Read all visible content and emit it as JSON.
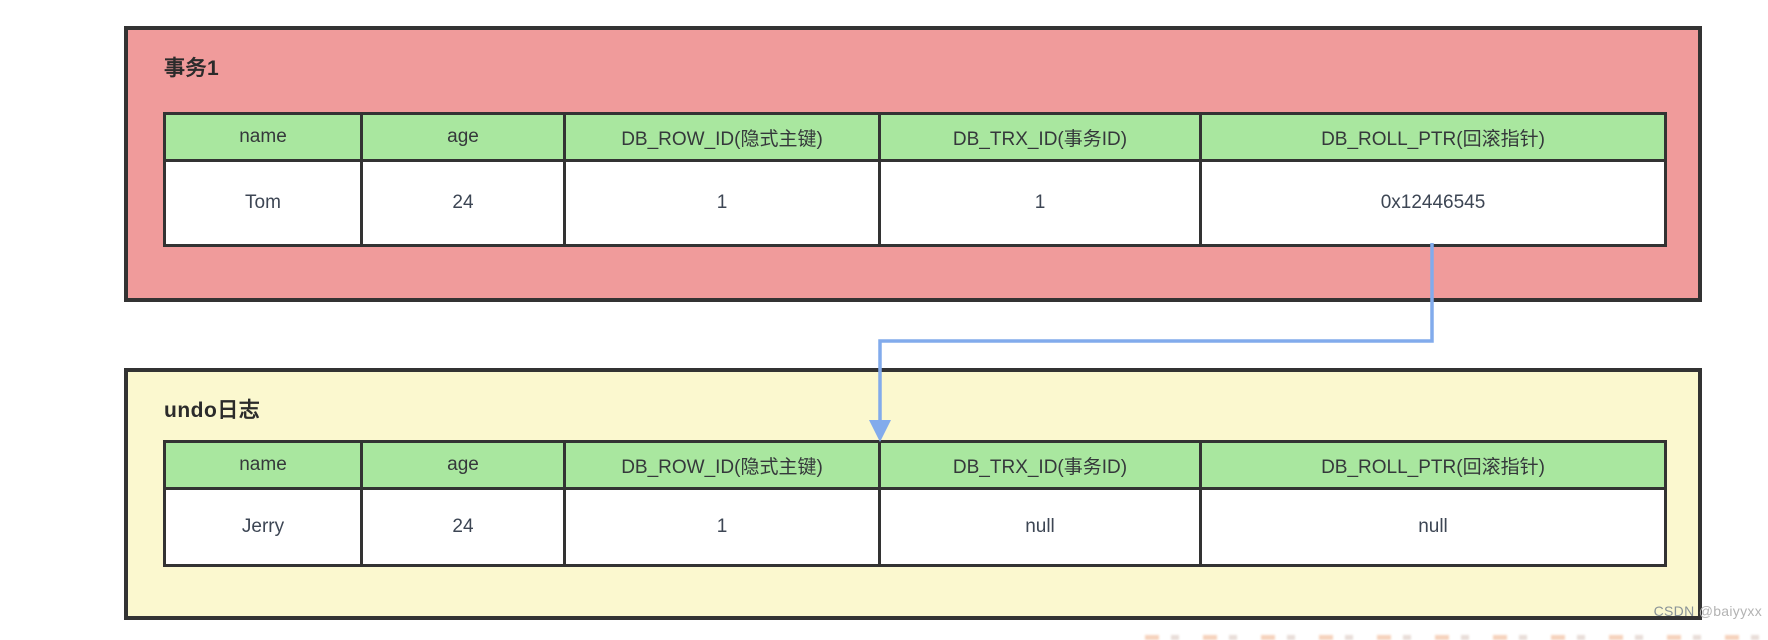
{
  "colors": {
    "transaction_box_bg": "#f09b9b",
    "undo_box_bg": "#fbf8cf",
    "table_header_bg": "#a9e79f",
    "border": "#333333",
    "arrow_blue": "#82abec",
    "watermark_gray": "#b3b3b3"
  },
  "transaction_box": {
    "label": "事务1",
    "table": {
      "headers": [
        "name",
        "age",
        "DB_ROW_ID(隐式主键)",
        "DB_TRX_ID(事务ID)",
        "DB_ROLL_PTR(回滚指针)"
      ],
      "row": [
        "Tom",
        "24",
        "1",
        "1",
        "0x12446545"
      ]
    }
  },
  "undo_box": {
    "label": "undo日志",
    "table": {
      "headers": [
        "name",
        "age",
        "DB_ROW_ID(隐式主键)",
        "DB_TRX_ID(事务ID)",
        "DB_ROLL_PTR(回滚指针)"
      ],
      "row": [
        "Jerry",
        "24",
        "1",
        "null",
        "null"
      ]
    }
  },
  "watermark": {
    "prefix": "CSDN",
    "handle": "@baiyyxx"
  }
}
